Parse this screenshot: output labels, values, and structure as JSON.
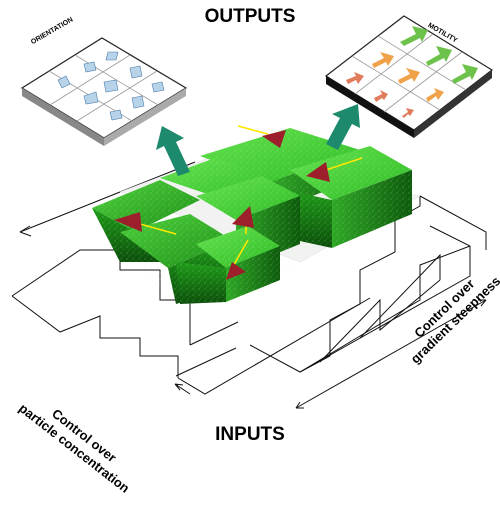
{
  "titles": {
    "outputs": "OUTPUTS",
    "inputs": "INPUTS"
  },
  "panels": {
    "orientation": "ORIENTATION",
    "motility": "MOTILITY"
  },
  "controls": {
    "left_line1": "Control over",
    "left_line2": "particle concentration",
    "right_line1": "Control over",
    "right_line2": "gradient steepness"
  },
  "colors": {
    "terrain_light": "#5ee04a",
    "terrain_mid": "#27b51e",
    "terrain_dark": "#0e5f0d",
    "arrow_teal": "#1d8a6e",
    "cell": "#9c1f2b",
    "trail": "#ffe600",
    "motility_green": "#6cc24a",
    "motility_orange": "#f0a24a",
    "motility_red": "#e07b5c"
  }
}
